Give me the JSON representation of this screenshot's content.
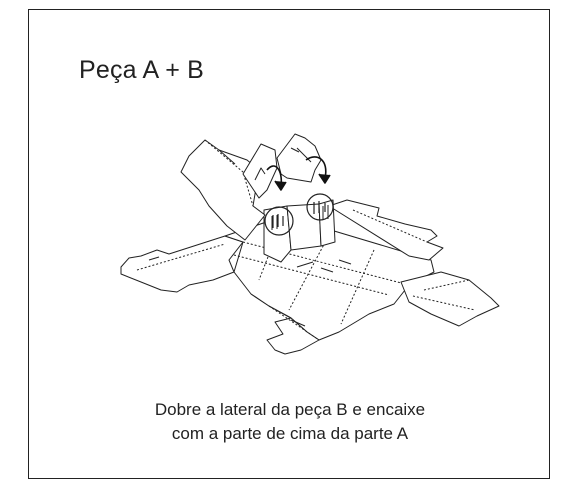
{
  "title": "Peça A + B",
  "caption": {
    "line1": "Dobre a lateral da peça B e encaixe",
    "line2": "com a parte de cima da parte A"
  },
  "colors": {
    "stroke": "#222222",
    "background": "#ffffff"
  }
}
